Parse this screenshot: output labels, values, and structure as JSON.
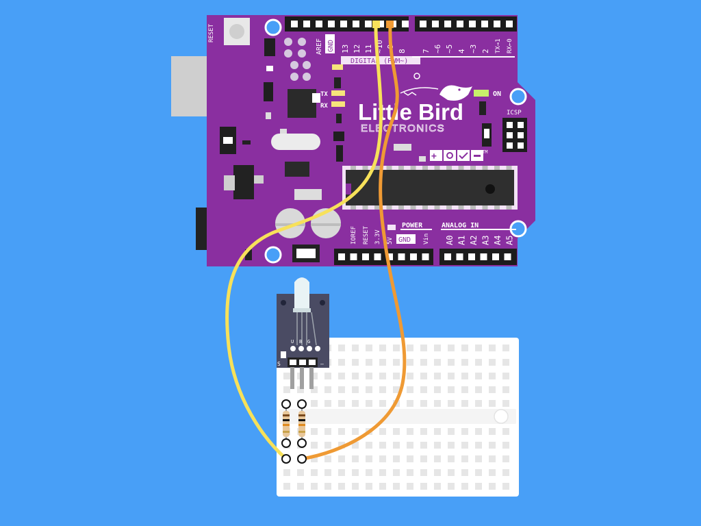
{
  "colors": {
    "background": "#489ff7",
    "board": "#8a2fa0",
    "board_dark": "#6e2285",
    "header": "#1c1c1c",
    "wire_yellow": "#f7e15a",
    "wire_orange": "#ef9a34",
    "breadboard": "#ffffff",
    "module": "#4a4b63"
  },
  "board": {
    "reset_label": "RESET",
    "aref_label": "AREF",
    "gnd_top_label": "GND",
    "digital_pins": [
      "13",
      "12",
      "11",
      "~10",
      "~9",
      "8",
      "7",
      "~6",
      "~5",
      "4",
      "~3",
      "2",
      "TX→1",
      "RX←0"
    ],
    "digital_label": "DIGITAL (PWM~)",
    "tx_label": "TX",
    "rx_label": "RX",
    "on_label": "ON",
    "icsp_label": "ICSP",
    "brand_name": "Little Bird",
    "brand_sub": "ELECTRONICS",
    "tm_label": "TM",
    "power_label": "POWER",
    "analog_label": "ANALOG IN",
    "power_pins": [
      "IOREF",
      "RESET",
      "3.3V",
      "5V",
      "GND",
      "Vin"
    ],
    "analog_pins": [
      "A0",
      "A1",
      "A2",
      "A3",
      "A4",
      "A5"
    ]
  },
  "module": {
    "pin_labels": [
      "U",
      "B",
      "G"
    ],
    "s_label": "S",
    "minus_label": "–"
  }
}
